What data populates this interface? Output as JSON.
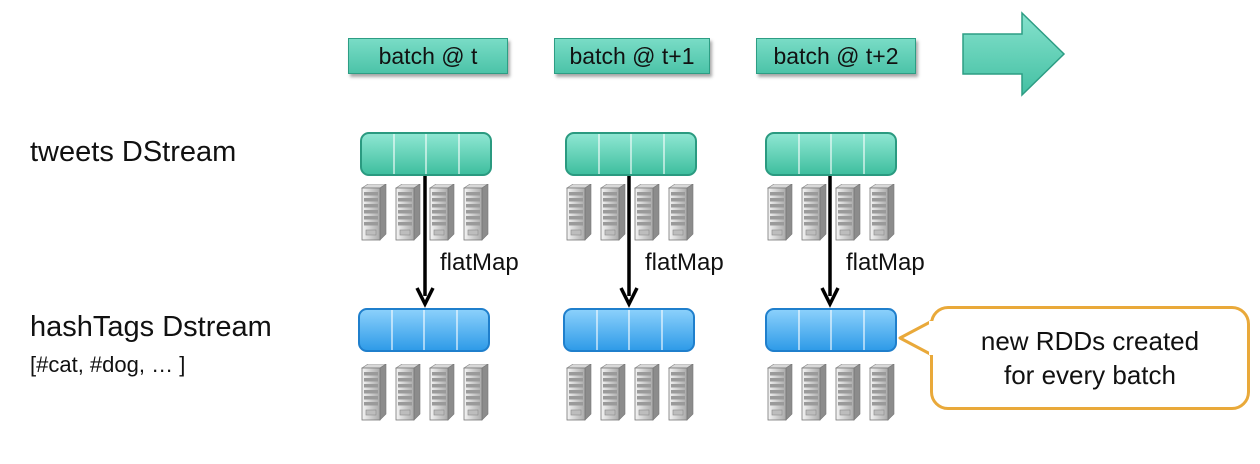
{
  "batches": [
    "batch @ t",
    "batch @ t+1",
    "batch @ t+2"
  ],
  "rows": {
    "tweets": "tweets DStream",
    "hashtags": "hashTags Dstream",
    "hashtags_example": "[#cat, #dog, … ]"
  },
  "operation": "flatMap",
  "callout": {
    "line1": "new RDDs created",
    "line2": "for every batch"
  },
  "colors": {
    "teal": "#4cc3a8",
    "blue": "#2f9be8",
    "callout_border": "#e9a93a"
  }
}
